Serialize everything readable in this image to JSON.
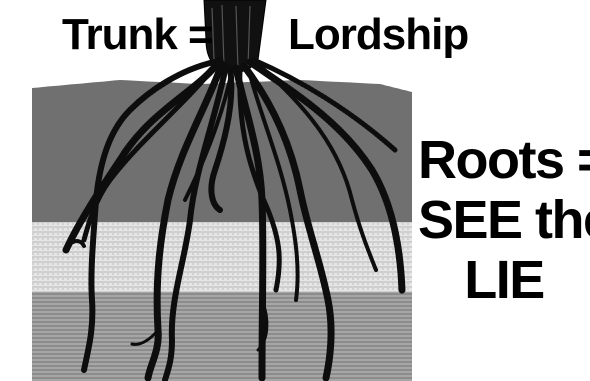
{
  "labels": {
    "trunk": "Trunk =",
    "lordship": "Lordship",
    "roots_line1": "Roots =",
    "roots_line2": "SEE the",
    "roots_line3": "LIE"
  },
  "colors": {
    "ink": "#000000",
    "soil_top": "#6f6f6f",
    "soil_middle": "#d2d2d2",
    "soil_bottom": "#9a9a9a",
    "background": "#ffffff"
  }
}
